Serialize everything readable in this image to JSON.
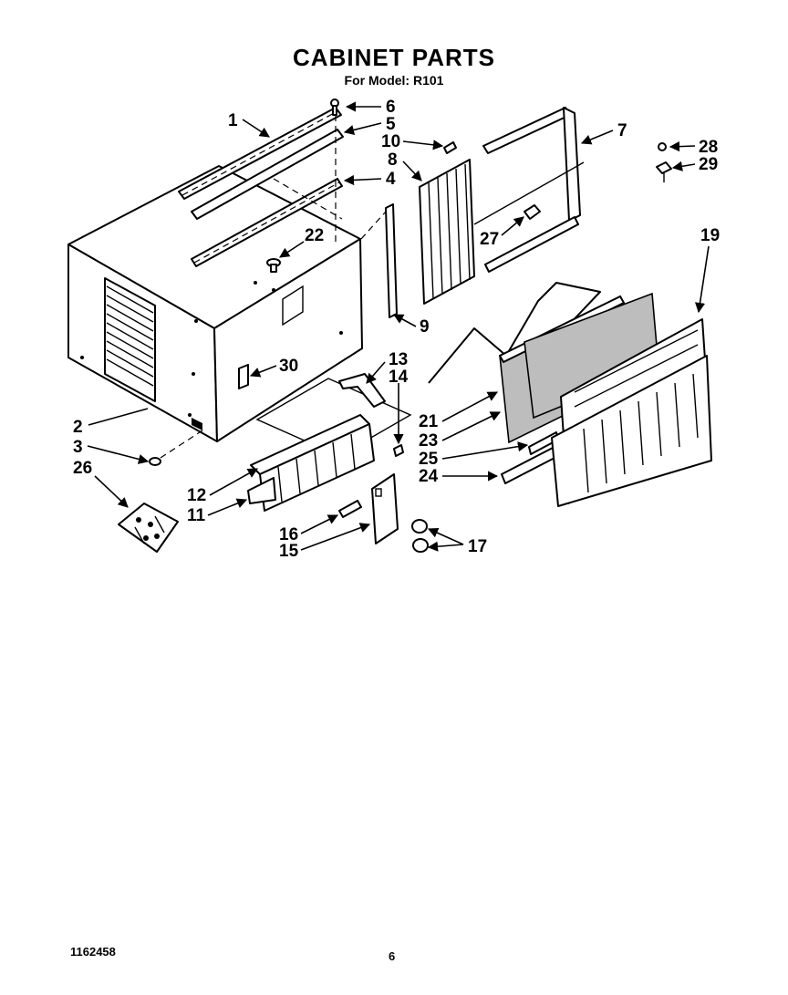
{
  "header": {
    "title": "CABINET PARTS",
    "subtitle": "For Model: R101"
  },
  "footer": {
    "document_number": "1162458",
    "page_number": "6"
  },
  "callouts": [
    "1",
    "2",
    "3",
    "4",
    "5",
    "6",
    "7",
    "8",
    "9",
    "10",
    "11",
    "12",
    "13",
    "14",
    "15",
    "16",
    "17",
    "19",
    "21",
    "22",
    "23",
    "24",
    "25",
    "26",
    "27",
    "28",
    "29",
    "30"
  ]
}
